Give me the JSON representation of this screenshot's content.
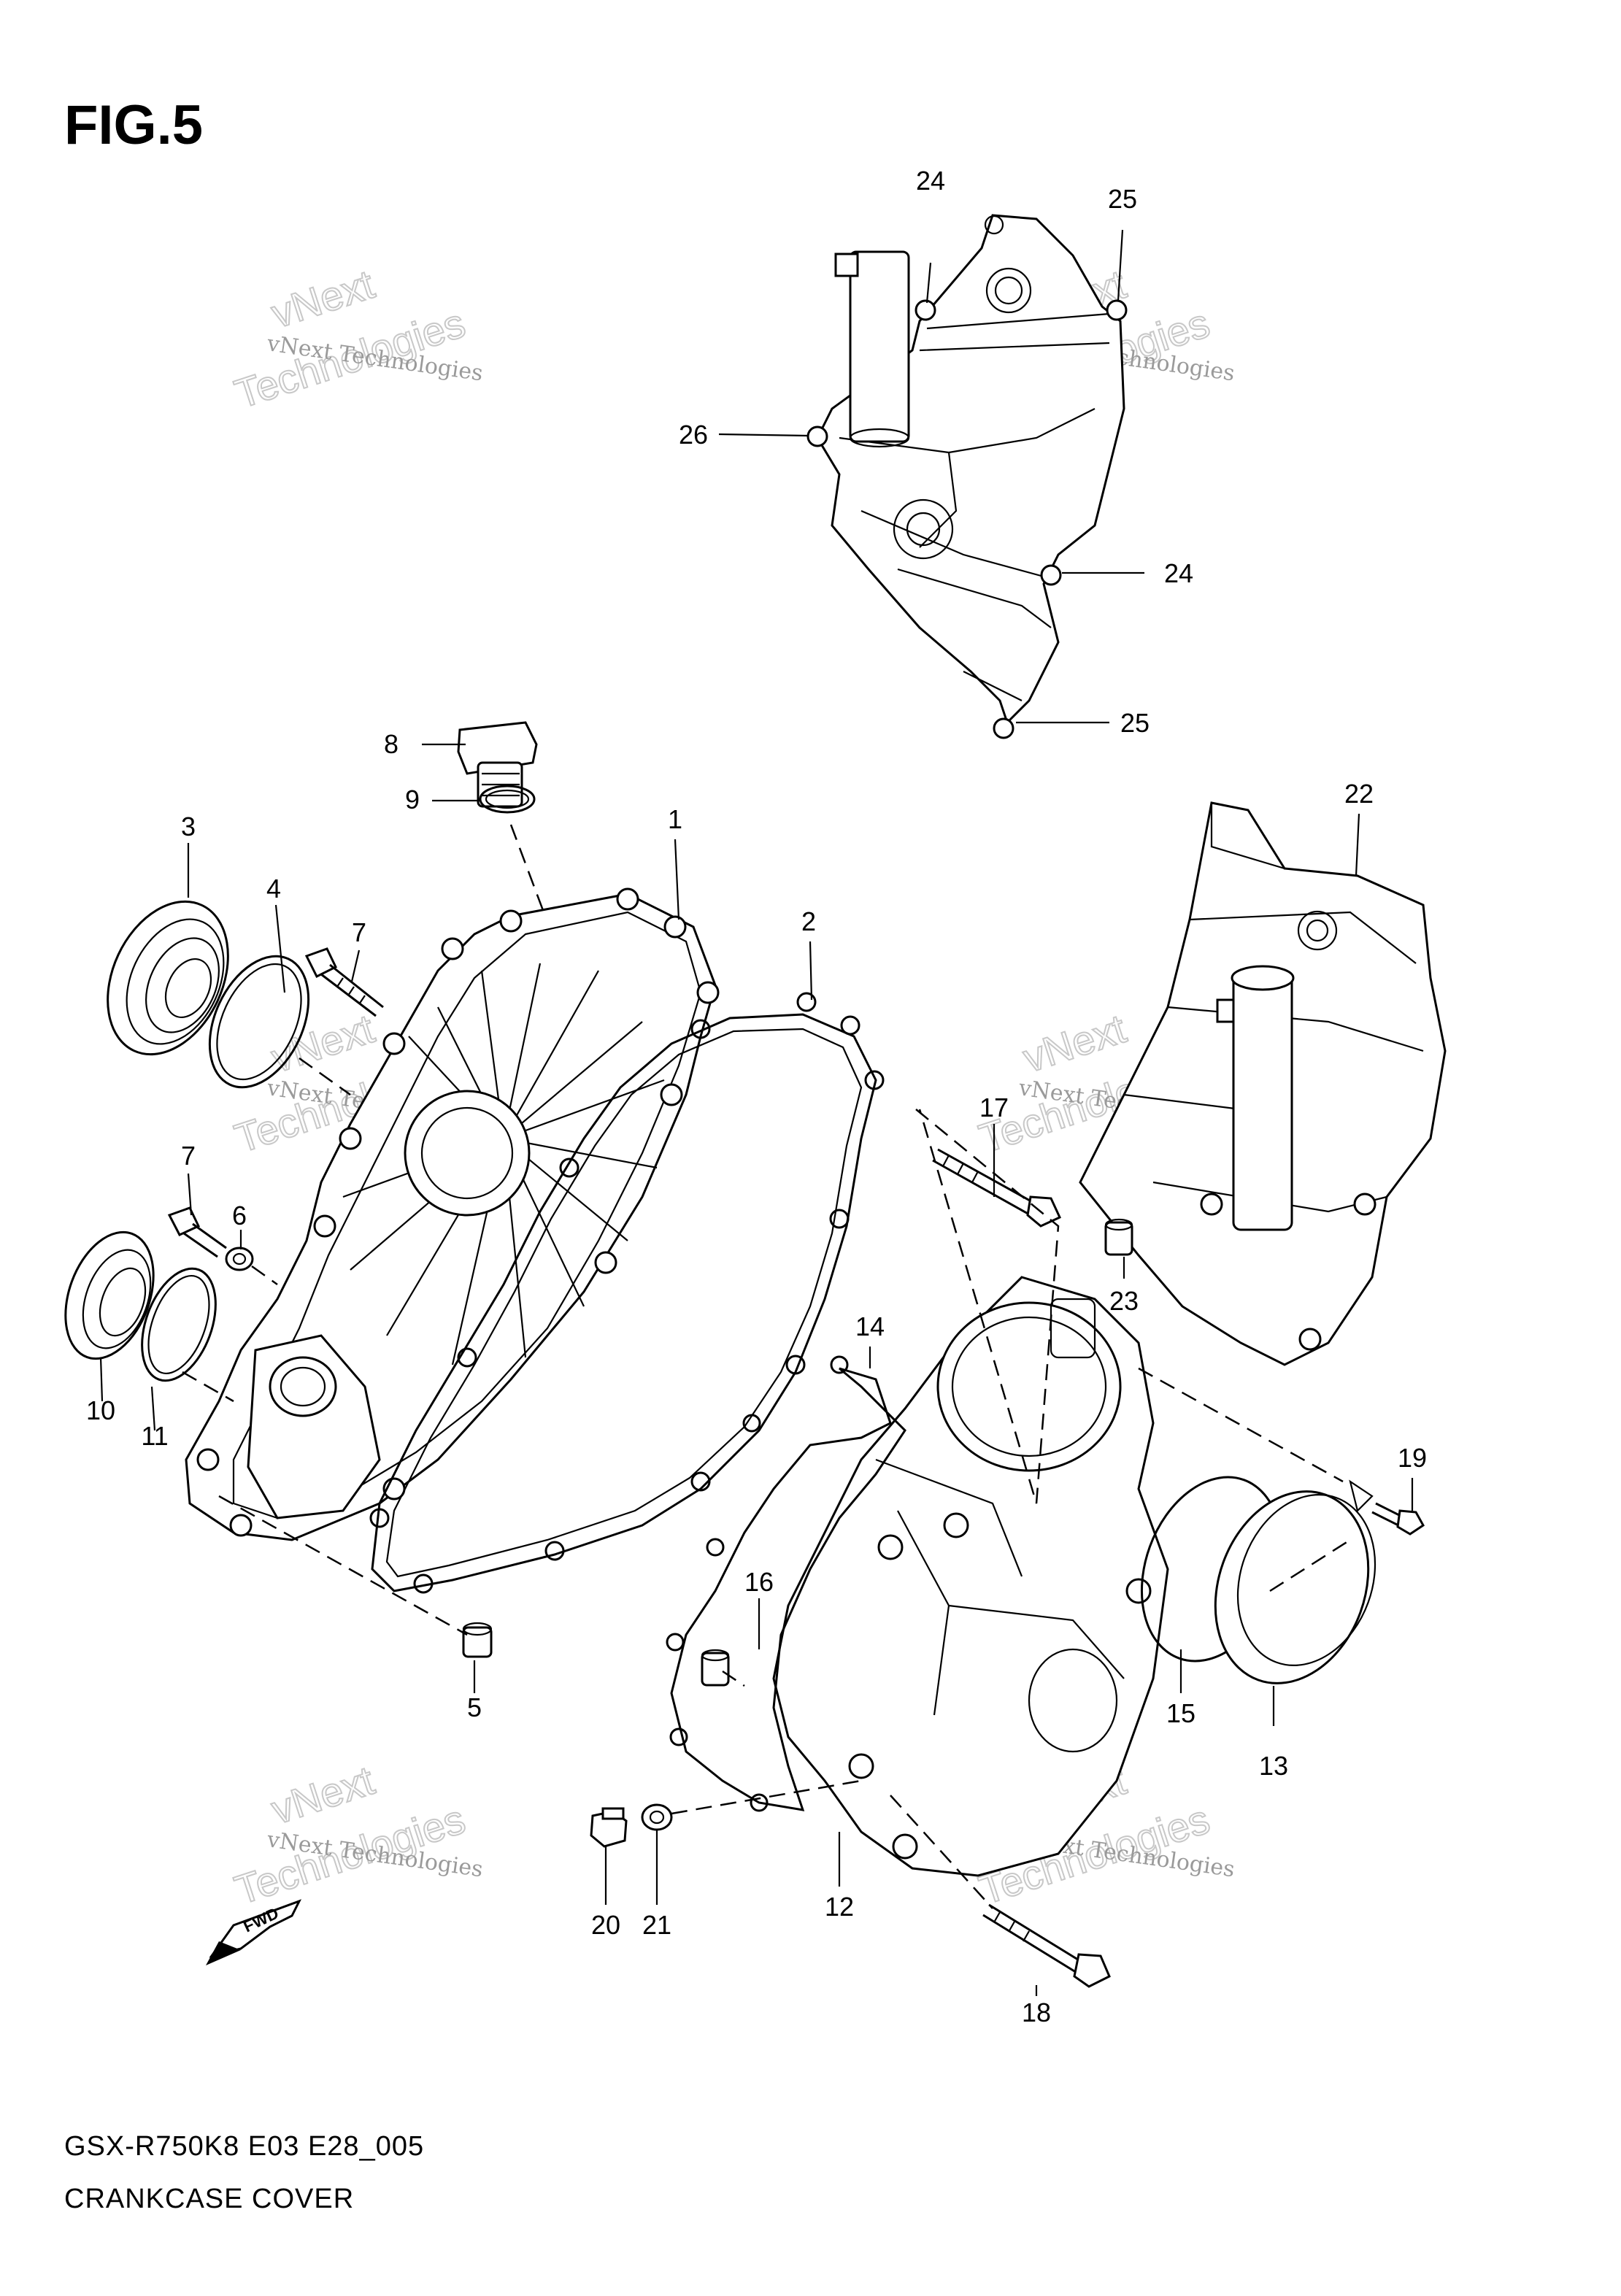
{
  "figure": {
    "title": "FIG.5",
    "code": "GSX-R750K8 E03 E28_005",
    "name": "CRANKCASE COVER",
    "fwd_label": "FWD"
  },
  "watermark": {
    "small_text": "vNext Technologies",
    "big_line1": "vNext",
    "big_line2": "Technologies"
  },
  "callouts": [
    {
      "id": "1",
      "label": "1"
    },
    {
      "id": "2",
      "label": "2"
    },
    {
      "id": "3",
      "label": "3"
    },
    {
      "id": "4",
      "label": "4"
    },
    {
      "id": "5",
      "label": "5"
    },
    {
      "id": "6",
      "label": "6"
    },
    {
      "id": "7a",
      "label": "7"
    },
    {
      "id": "7b",
      "label": "7"
    },
    {
      "id": "8",
      "label": "8"
    },
    {
      "id": "9",
      "label": "9"
    },
    {
      "id": "10",
      "label": "10"
    },
    {
      "id": "11",
      "label": "11"
    },
    {
      "id": "12",
      "label": "12"
    },
    {
      "id": "13",
      "label": "13"
    },
    {
      "id": "14",
      "label": "14"
    },
    {
      "id": "15",
      "label": "15"
    },
    {
      "id": "16",
      "label": "16"
    },
    {
      "id": "17",
      "label": "17"
    },
    {
      "id": "18",
      "label": "18"
    },
    {
      "id": "19",
      "label": "19"
    },
    {
      "id": "20",
      "label": "20"
    },
    {
      "id": "21",
      "label": "21"
    },
    {
      "id": "22",
      "label": "22"
    },
    {
      "id": "23",
      "label": "23"
    },
    {
      "id": "24a",
      "label": "24"
    },
    {
      "id": "24b",
      "label": "24"
    },
    {
      "id": "25a",
      "label": "25"
    },
    {
      "id": "25b",
      "label": "25"
    },
    {
      "id": "26",
      "label": "26"
    }
  ]
}
